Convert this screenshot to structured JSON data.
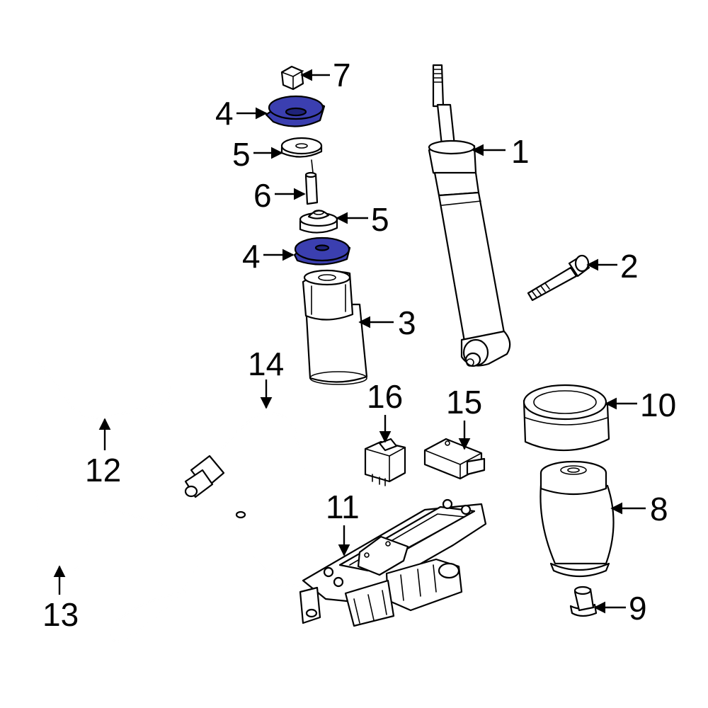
{
  "highlight_color": "#3b3fb0",
  "highlight_dark": "#1f237a",
  "callouts": {
    "c1": "1",
    "c2": "2",
    "c3": "3",
    "c4a": "4",
    "c4b": "4",
    "c5a": "5",
    "c5b": "5",
    "c6": "6",
    "c7": "7",
    "c8": "8",
    "c9": "9",
    "c10": "10",
    "c11": "11",
    "c12": "12",
    "c13": "13",
    "c14": "14",
    "c15": "15",
    "c16": "16"
  }
}
